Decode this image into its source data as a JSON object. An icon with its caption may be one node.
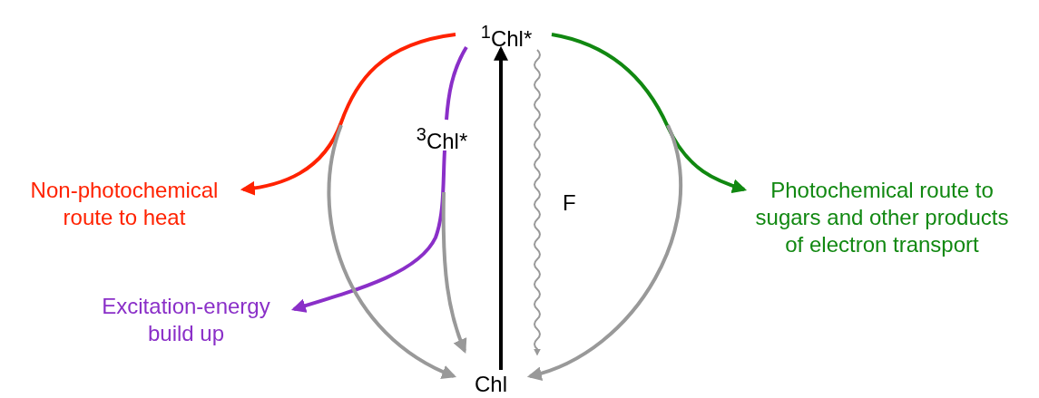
{
  "diagram": {
    "nodes": [
      {
        "text": [
          "$^{1}$Chl*"
        ]
      },
      {
        "text": [
          "$^{3}$Chl*"
        ]
      },
      {
        "text": [
          "Chl"
        ]
      },
      {
        "text": [
          "Non-photochemical route to heat"
        ]
      },
      {
        "text": [
          "Excitation-energy build up"
        ]
      },
      {
        "text": [
          "Photochemical route to sugars and other products of electron transport"
        ]
      }
    ],
    "edges": [
      {
        "from": 2,
        "to": 0,
        "arrow": "to",
        "color": "#000000"
      },
      {
        "from": 0,
        "to": 2,
        "arrow": "to",
        "label": "F"
      },
      {
        "from": 0,
        "to": 3,
        "arrow": "to",
        "color": "#ff2200"
      },
      {
        "from": 0,
        "to": 1,
        "arrow": "none",
        "color": "#8a2fc8"
      },
      {
        "from": 1,
        "to": 4,
        "arrow": "to",
        "color": "#8a2fc8"
      },
      {
        "from": 0,
        "to": 5,
        "arrow": "to",
        "color": "#118811"
      },
      {
        "from": null,
        "to": 2,
        "arrow": "to"
      },
      {
        "from": 1,
        "to": 2,
        "arrow": "to"
      },
      {
        "from": null,
        "to": 2,
        "arrow": "to"
      }
    ]
  }
}
